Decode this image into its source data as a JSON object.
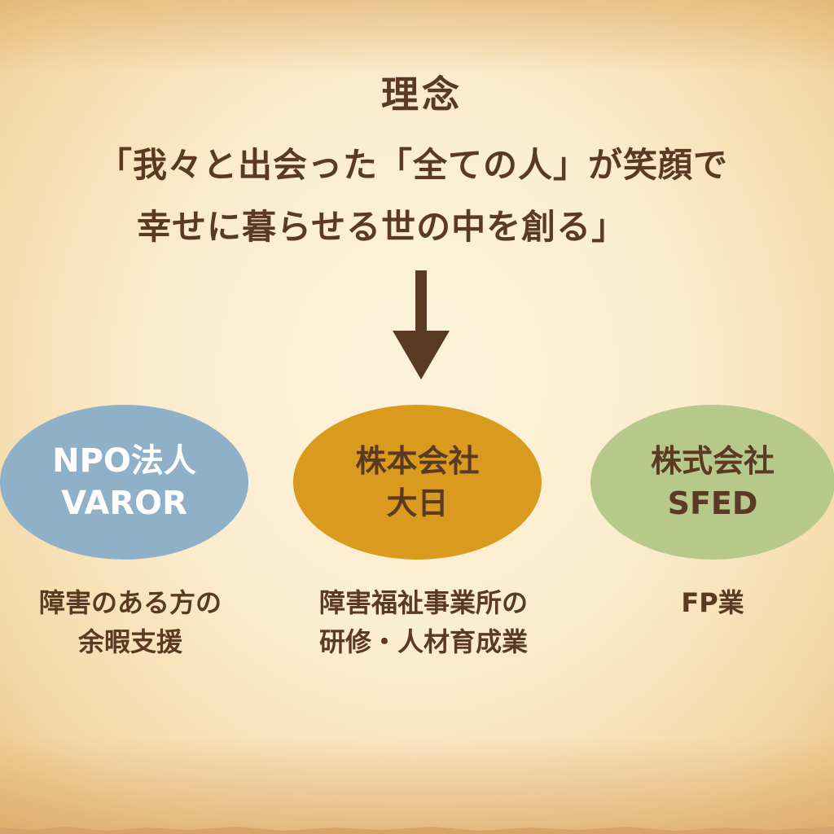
{
  "philosophy": {
    "title": "理念",
    "motto_line1": "「我々と出会った「全ての人」が笑顔で",
    "motto_line2": "幸せに暮らせる世の中を創る」"
  },
  "organizations": [
    {
      "name_line1": "NPO法人",
      "name_line2": "VAROR",
      "desc_line1": "障害のある方の",
      "desc_line2": "余暇支援",
      "color": "#8fb1c7"
    },
    {
      "name_line1": "株本会社",
      "name_line2": "大日",
      "desc_line1": "障害福祉事業所の",
      "desc_line2": "研修・人材育成業",
      "color": "#d99a1e"
    },
    {
      "name_line1": "株式会社",
      "name_line2": "SFED",
      "desc_line1": "FP業",
      "color": "#b6c98a"
    }
  ],
  "colors": {
    "text": "#5a3a22",
    "arrow": "#5a3a22",
    "background": "#fbeccd"
  }
}
